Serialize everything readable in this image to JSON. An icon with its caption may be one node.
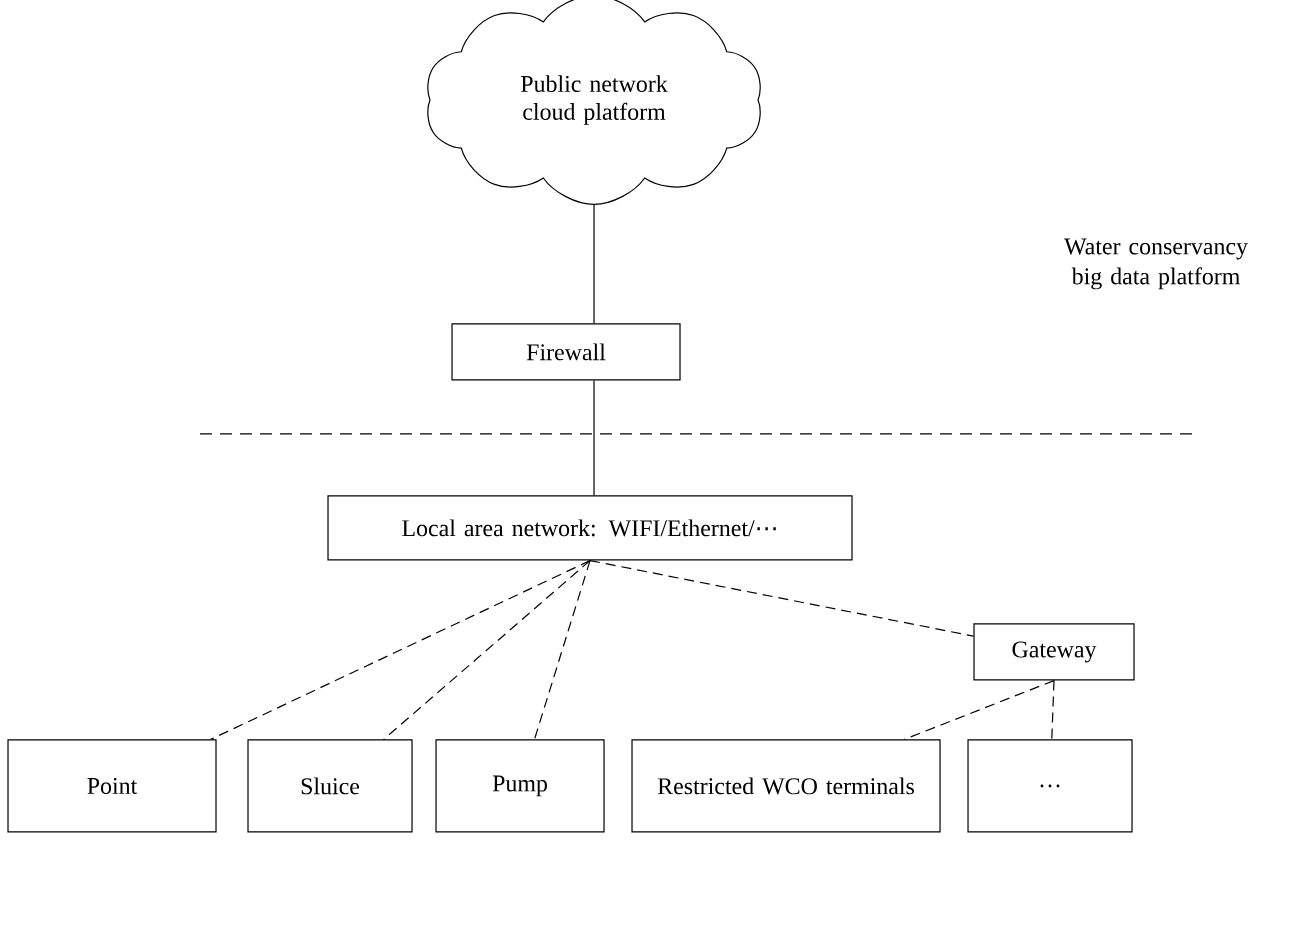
{
  "diagram": {
    "nodes": [
      {
        "text": [
          "Public network cloud platform"
        ]
      },
      {
        "text": [
          "Firewall"
        ]
      },
      {
        "text": [
          "Local area network: WIFI/Ethernet/⋯"
        ]
      },
      {
        "text": [
          "Point"
        ]
      },
      {
        "text": [
          "Sluice"
        ]
      },
      {
        "text": [
          "Pump"
        ]
      },
      {
        "text": [
          "Gateway"
        ]
      },
      {
        "text": [
          "Restricted WCO terminals"
        ]
      },
      {
        "text": [
          "…"
        ]
      }
    ],
    "edges": [
      {
        "from": 0,
        "to": 1,
        "arrow": "none"
      },
      {
        "from": 1,
        "to": 2,
        "arrow": "none"
      },
      {
        "from": 2,
        "to": 3,
        "arrow": "none",
        "style": "dashed"
      },
      {
        "from": 2,
        "to": 4,
        "arrow": "none",
        "style": "dashed"
      },
      {
        "from": 2,
        "to": 5,
        "arrow": "none",
        "style": "dashed"
      },
      {
        "from": 2,
        "to": 6,
        "arrow": "none",
        "style": "dashed"
      },
      {
        "from": 6,
        "to": 7,
        "arrow": "none",
        "style": "dashed"
      },
      {
        "from": 6,
        "to": 8,
        "arrow": "none",
        "style": "dashed"
      }
    ],
    "labels": [
      "Water conservancy big data platform"
    ]
  }
}
